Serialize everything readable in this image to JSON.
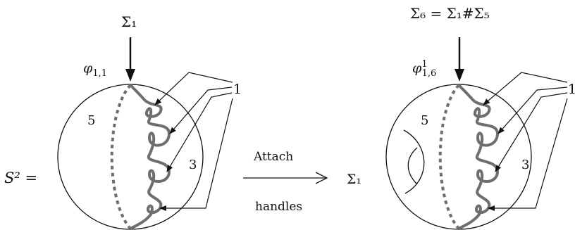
{
  "left": {
    "top_label": "Σ₁",
    "map_label": "φ",
    "map_sub": "1,1",
    "sphere_label": "S² =",
    "region_left": "5",
    "region_right": "3",
    "callout_number": "1"
  },
  "arrow": {
    "top_text": "Attach",
    "bottom_text": "handles",
    "target": "Σ₁"
  },
  "right": {
    "top_label": "Σ₆ = Σ₁#Σ₅",
    "map_label": "φ",
    "map_sup": "1",
    "map_sub": "1,6",
    "region_left": "5",
    "region_right": "3",
    "callout_number": "1"
  },
  "colors": {
    "curve": "#6e6e6e",
    "line": "#111111"
  }
}
